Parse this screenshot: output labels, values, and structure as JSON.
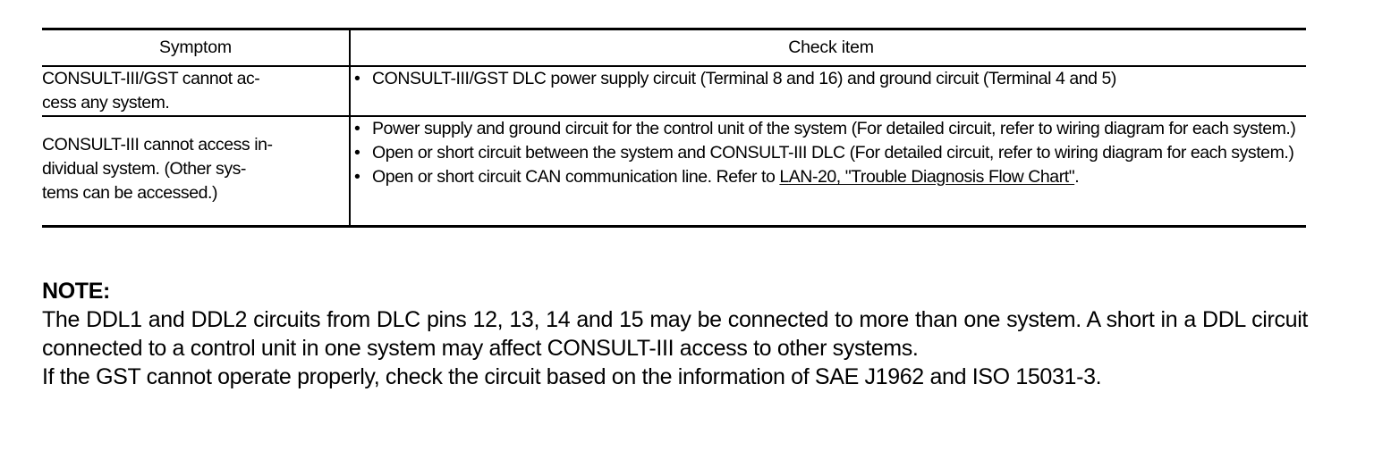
{
  "document": {
    "type": "service-manual-table",
    "colors": {
      "text": "#000000",
      "rule": "#000000",
      "background": "#ffffff"
    }
  },
  "table": {
    "headers": {
      "symptom": "Symptom",
      "check_item": "Check item"
    },
    "rows": [
      {
        "symptom": "CONSULT-III/GST cannot ac-\ncess any system.",
        "check_items": [
          {
            "bullet": "•",
            "text": "CONSULT-III/GST DLC power supply circuit (Terminal 8 and 16) and ground circuit (Terminal 4 and 5)"
          }
        ]
      },
      {
        "symptom": "CONSULT-III cannot access in-\ndividual system. (Other sys-\ntems can be accessed.)",
        "check_items": [
          {
            "bullet": "•",
            "text": "Power supply and ground circuit for the control unit of the system (For detailed circuit, refer to wiring diagram for each system.)"
          },
          {
            "bullet": "•",
            "text": "Open or short circuit between the system and CONSULT-III DLC (For detailed circuit, refer to wiring diagram for each system.)"
          },
          {
            "bullet": "•",
            "text_before_link": "Open or short circuit CAN communication line. Refer to ",
            "link_text": "LAN-20, \"Trouble Diagnosis Flow Chart\"",
            "text_after_link": "."
          }
        ]
      }
    ]
  },
  "note": {
    "title": "NOTE:",
    "paragraphs": [
      "The DDL1 and DDL2 circuits from DLC pins 12, 13, 14 and 15 may be connected to more than one system. A short in a DDL circuit connected to a control unit in one system may affect CONSULT-III access to other systems.",
      "If the GST cannot operate properly, check the circuit based on the information of SAE J1962 and ISO 15031-3."
    ]
  }
}
